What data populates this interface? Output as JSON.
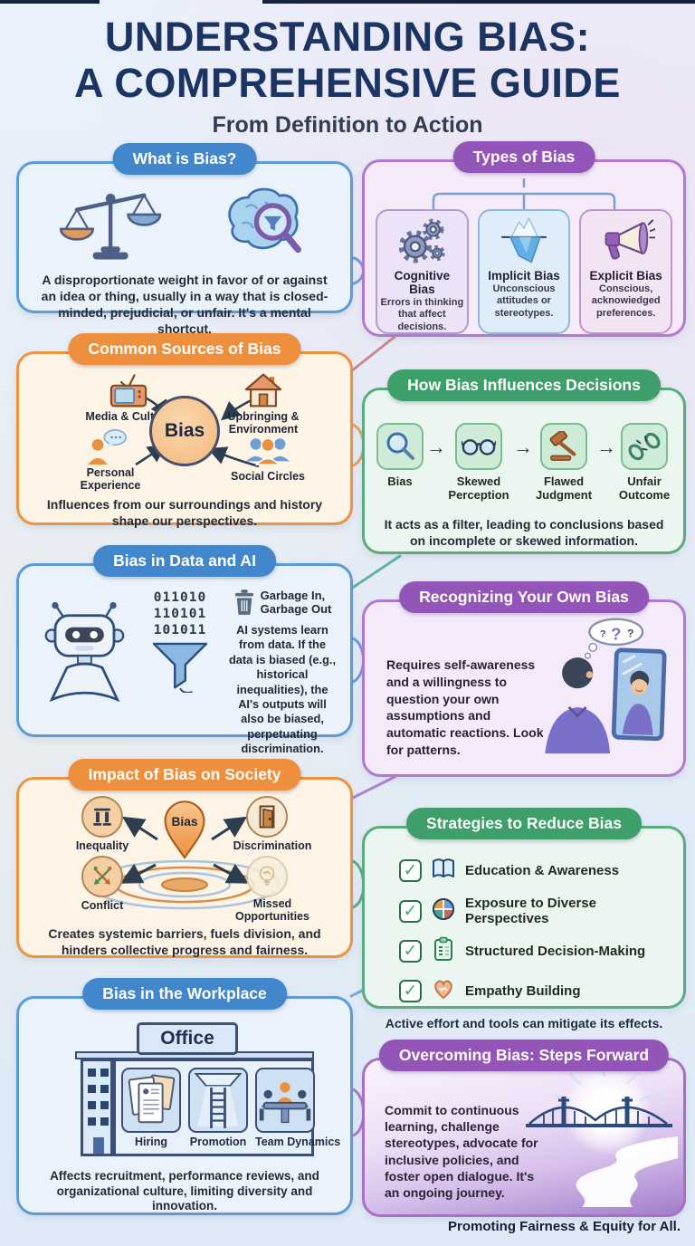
{
  "header": {
    "title_line1": "UNDERSTANDING BIAS:",
    "title_line2": "A COMPREHENSIVE GUIDE",
    "subtitle": "From Definition to Action"
  },
  "sections": {
    "what_is_bias": {
      "title": "What is Bias?",
      "body": "A disproportionate weight in favor of or against an idea or thing, usually in a way that is closed-minded, prejudicial, or unfair. It's a mental shortcut."
    },
    "types_of_bias": {
      "title": "Types of Bias",
      "items": [
        {
          "name": "Cognitive Bias",
          "desc": "Errors in thinking that affect decisions.",
          "icon": "gears-icon"
        },
        {
          "name": "Implicit Bias",
          "desc": "Unconscious attitudes or stereotypes.",
          "icon": "iceberg-icon"
        },
        {
          "name": "Explicit Bias",
          "desc": "Conscious, acknowiedged preferences.",
          "icon": "megaphone-icon"
        }
      ]
    },
    "common_sources": {
      "title": "Common Sources of Bias",
      "center_label": "Bias",
      "items": [
        "Media & Culture",
        "Upbringing & Environment",
        "Personal Experience",
        "Social Circles"
      ],
      "caption": "Influences from our surroundings and history shape our perspectives."
    },
    "how_bias_influences": {
      "title": "How Bias Influences Decisions",
      "steps": [
        "Bias",
        "Skewed Perception",
        "Flawed Judgment",
        "Unfair Outcome"
      ],
      "caption": "It acts as a filter, leading to conclusions based on incomplete or skewed information."
    },
    "bias_in_data_ai": {
      "title": "Bias in Data and AI",
      "binary_lines": [
        "011010",
        "110101",
        "101011"
      ],
      "garbage_label": "Garbage In,\nGarbage Out",
      "body": "AI systems learn from data. If the data is biased (e.g., historical inequalities), the AI's outputs will also be biased, perpetuating discrimination."
    },
    "recognizing_own_bias": {
      "title": "Recognizing Your Own Bias",
      "body": "Requires self-awareness and a willingness to question your own assumptions and automatic reactions. Look for patterns.",
      "thought_marks": [
        "?",
        "?",
        "?"
      ]
    },
    "impact_on_society": {
      "title": "Impact of Bias on Society",
      "center_label": "Bias",
      "items": [
        "Inequality",
        "Discrimination",
        "Conflict",
        "Missed Opportunities"
      ],
      "caption": "Creates systemic barriers, fuels division, and hinders collective progress and fairness."
    },
    "strategies": {
      "title": "Strategies to Reduce Bias",
      "items": [
        {
          "label": "Education & Awareness",
          "icon": "book-icon"
        },
        {
          "label": "Exposure to Diverse Perspectives",
          "icon": "globe-icon"
        },
        {
          "label": "Structured Decision-Making",
          "icon": "clipboard-icon"
        },
        {
          "label": "Empathy Building",
          "icon": "handshake-heart-icon"
        }
      ],
      "caption": "Active effort and tools can mitigate its effects."
    },
    "workplace": {
      "title": "Bias in the Workplace",
      "building_sign": "Office",
      "items": [
        "Hiring",
        "Promotion",
        "Team Dynamics"
      ],
      "caption": "Affects recruitment, performance reviews, and organizational culture, limiting diversity and innovation."
    },
    "overcoming": {
      "title": "Overcoming Bias: Steps Forward",
      "body": "Commit to continuous learning, challenge stereotypes, advocate for inclusive policies, and foster open dialogue. It's an ongoing journey."
    }
  },
  "footer": {
    "tagline": "Promoting Fairness & Equity for All."
  },
  "colors": {
    "background": "#e2ecf7",
    "title": "#1c3462",
    "blue": "#4287cc",
    "orange": "#ee8f3d",
    "purple": "#9356b8",
    "green": "#3f9f6a"
  }
}
